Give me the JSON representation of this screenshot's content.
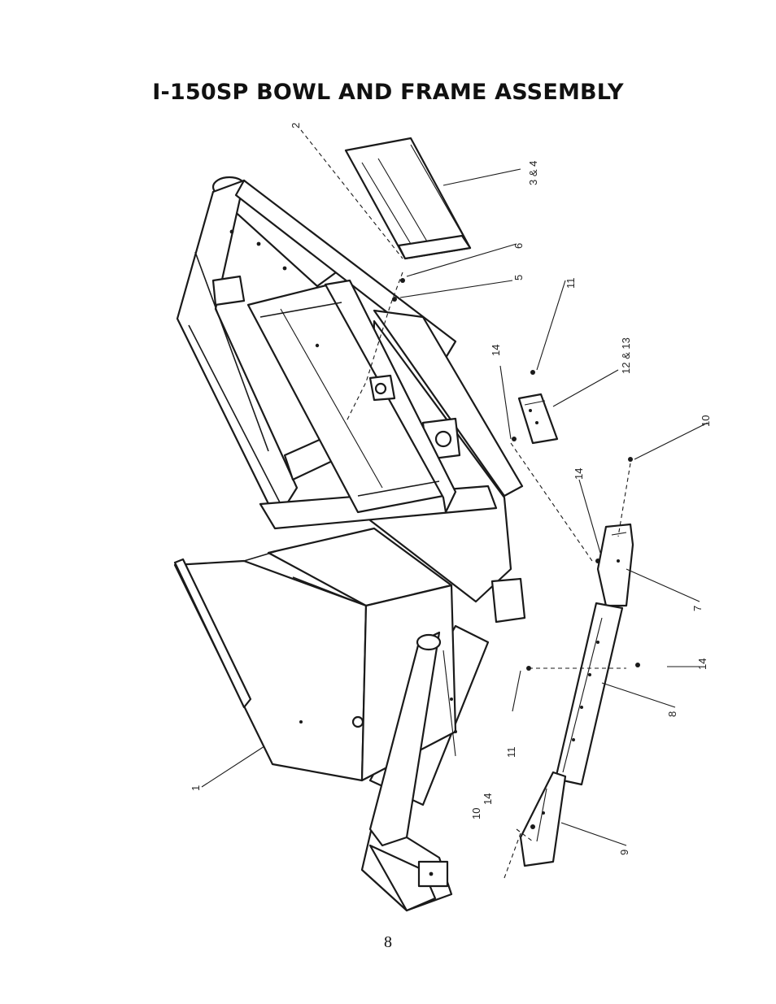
{
  "document": {
    "title": "I-150SP BOWL AND FRAME ASSEMBLY",
    "page_number": "8"
  },
  "diagram": {
    "callouts": [
      {
        "id": "c1",
        "label": "1"
      },
      {
        "id": "c2",
        "label": "2"
      },
      {
        "id": "c34",
        "label": "3 & 4"
      },
      {
        "id": "c5",
        "label": "5"
      },
      {
        "id": "c6",
        "label": "6"
      },
      {
        "id": "c7",
        "label": "7"
      },
      {
        "id": "c8",
        "label": "8"
      },
      {
        "id": "c9",
        "label": "9"
      },
      {
        "id": "c10a",
        "label": "10"
      },
      {
        "id": "c10b",
        "label": "10"
      },
      {
        "id": "c11a",
        "label": "11"
      },
      {
        "id": "c11b",
        "label": "11"
      },
      {
        "id": "c1213",
        "label": "12 & 13"
      },
      {
        "id": "c14a",
        "label": "14"
      },
      {
        "id": "c14b",
        "label": "14"
      },
      {
        "id": "c14c",
        "label": "14"
      },
      {
        "id": "c14d",
        "label": "14"
      }
    ]
  }
}
